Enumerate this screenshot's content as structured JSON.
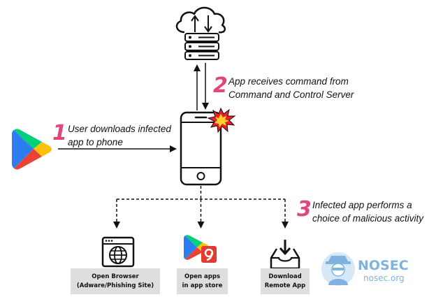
{
  "steps": [
    {
      "number": "1",
      "line1": "User downloads infected",
      "line2": "app to phone"
    },
    {
      "number": "2",
      "line1": "App receives command from",
      "line2": "Command and Control Server"
    },
    {
      "number": "3",
      "line1": "Infected app performs a",
      "line2": "choice of malicious activity"
    }
  ],
  "options": [
    {
      "line1": "Open Browser",
      "line2": "(Adware/Phishing Site)"
    },
    {
      "line1": "Open apps",
      "line2": "in app  store"
    },
    {
      "line1": "Download",
      "line2": "Remote App"
    }
  ],
  "brand": {
    "name": "NOSEC",
    "url": "nosec.org"
  },
  "colors": {
    "accent": "#e0457b",
    "brand": "#7fb2de",
    "caption_bg": "#dedede"
  }
}
